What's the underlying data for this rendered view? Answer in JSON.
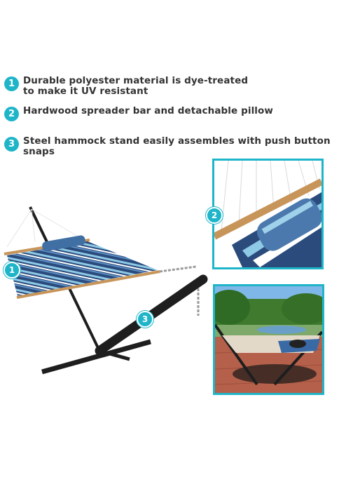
{
  "features": [
    {
      "number": "1",
      "text": "Durable polyester material is dye-treated to make it UV resistant"
    },
    {
      "number": "2",
      "text": "Hardwood spreader bar and detachable pillow"
    },
    {
      "number": "3",
      "text": "Steel hammock stand easily assembles with push button snaps"
    }
  ],
  "callouts": {
    "one": "1",
    "two": "2",
    "three": "3"
  },
  "colors": {
    "accent": "#1fb5c9",
    "stripe_navy": "#2a4b7c",
    "stripe_light": "#8ec9e6",
    "stand": "#1e1e1e"
  }
}
